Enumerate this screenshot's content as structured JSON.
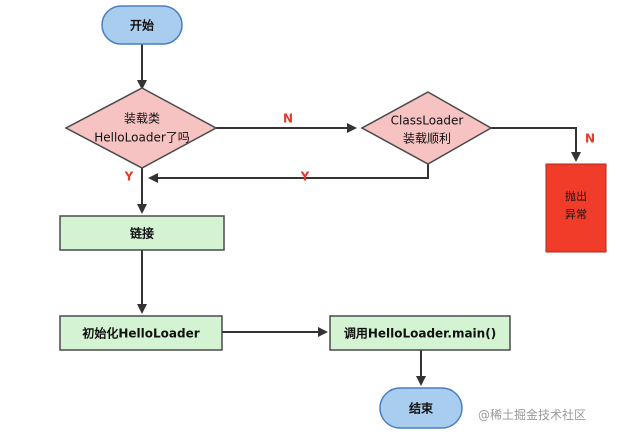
{
  "colors": {
    "start_end_fill": "#a9cdef",
    "start_end_stroke": "#4a7fbf",
    "decision_fill": "#f6c2c2",
    "decision_stroke": "#4a4a4a",
    "process_fill": "#d3f3d3",
    "process_stroke": "#4a4a4a",
    "error_fill": "#f03c28",
    "edge": "#333333",
    "label_red": "#e23b2a"
  },
  "nodes": {
    "start": "开始",
    "decision_loaded": [
      "装载类",
      "HelloLoader了吗"
    ],
    "decision_classloader": [
      "ClassLoader",
      "装载顺利"
    ],
    "throw_exception": [
      "抛出",
      "异常"
    ],
    "link": "链接",
    "init": "初始化HelloLoader",
    "call_main": "调用HelloLoader.main()",
    "end": "结束"
  },
  "edge_labels": {
    "loaded_no": "N",
    "classloader_no": "N",
    "classloader_yes": "Y",
    "loaded_yes": "Y"
  },
  "watermark": "@稀土掘金技术社区"
}
